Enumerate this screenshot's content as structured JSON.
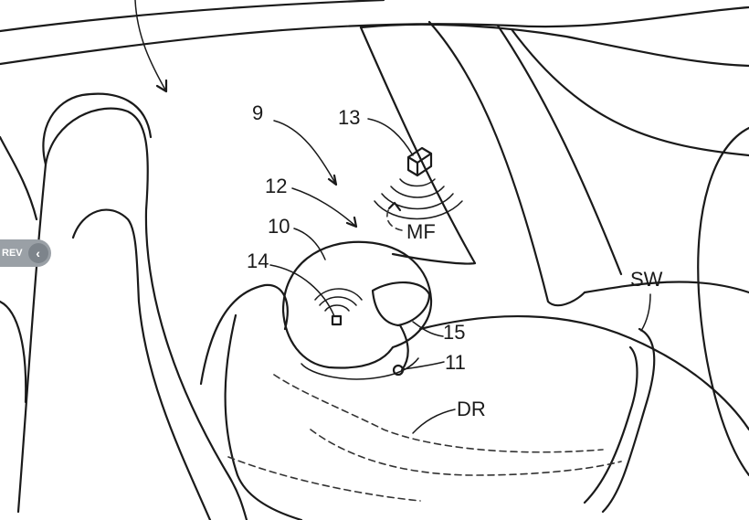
{
  "nav": {
    "prev_label": "REV",
    "chevron": "‹",
    "icon": "chevron-left-icon"
  },
  "labels": {
    "l9": "9",
    "l13": "13",
    "l12": "12",
    "l10": "10",
    "l14": "14",
    "lMF": "MF",
    "lSW": "SW",
    "l15": "15",
    "l11": "11",
    "lDR": "DR"
  }
}
